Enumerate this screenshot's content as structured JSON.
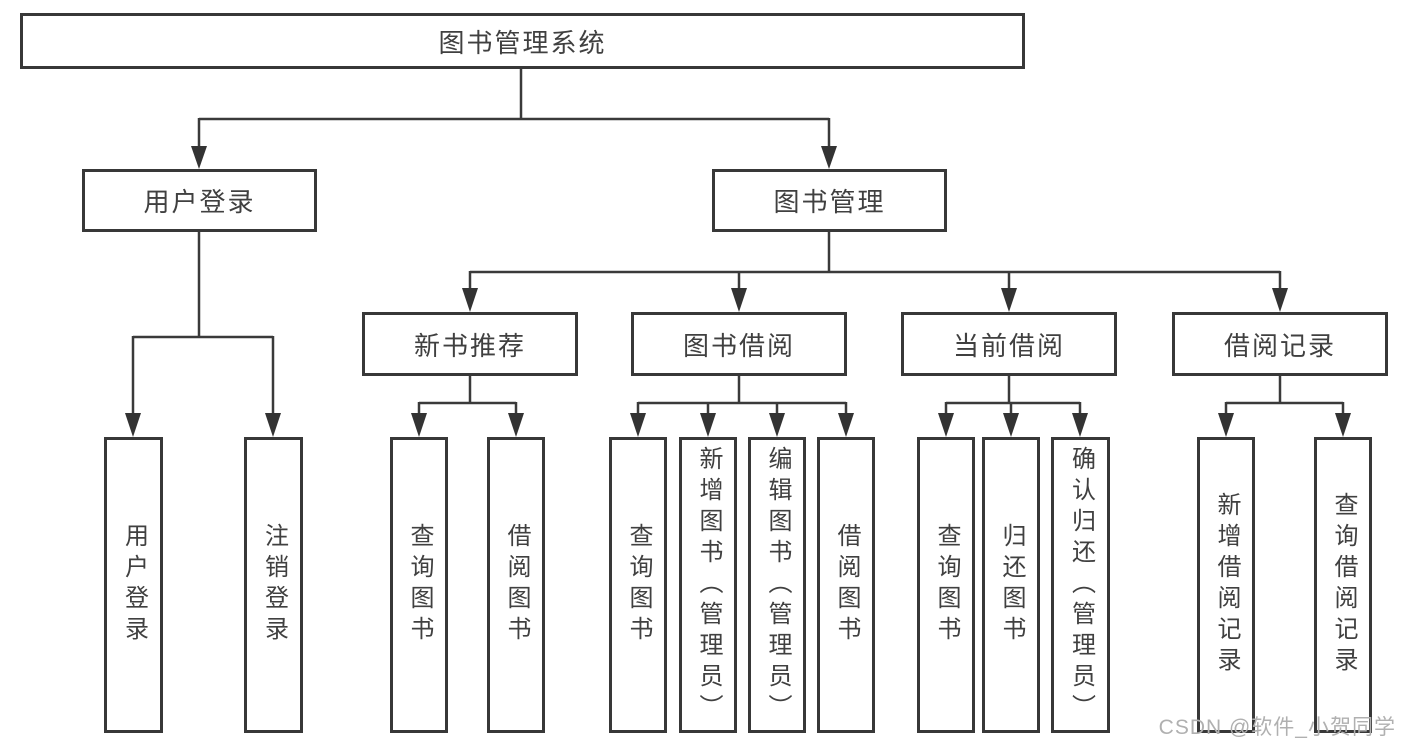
{
  "diagram": {
    "root": {
      "label": "图书管理系统"
    },
    "user_login": {
      "label": "用户登录",
      "children": [
        {
          "label": "用户登录"
        },
        {
          "label": "注销登录"
        }
      ]
    },
    "book_mgmt": {
      "label": "图书管理",
      "sections": [
        {
          "label": "新书推荐",
          "children": [
            {
              "label": "查询图书"
            },
            {
              "label": "借阅图书"
            }
          ]
        },
        {
          "label": "图书借阅",
          "children": [
            {
              "label": "查询图书"
            },
            {
              "label": "新增图书（管理员）"
            },
            {
              "label": "编辑图书（管理员）"
            },
            {
              "label": "借阅图书"
            }
          ]
        },
        {
          "label": "当前借阅",
          "children": [
            {
              "label": "查询图书"
            },
            {
              "label": "归还图书"
            },
            {
              "label": "确认归还（管理员）"
            }
          ]
        },
        {
          "label": "借阅记录",
          "children": [
            {
              "label": "新增借阅记录"
            },
            {
              "label": "查询借阅记录"
            }
          ]
        }
      ]
    }
  },
  "colors": {
    "line": "#3a3a3a",
    "border": "#383838",
    "text": "#404040",
    "watermark": "#b0b0b0"
  },
  "watermark": {
    "text": "CSDN @软件_小贺同学"
  }
}
